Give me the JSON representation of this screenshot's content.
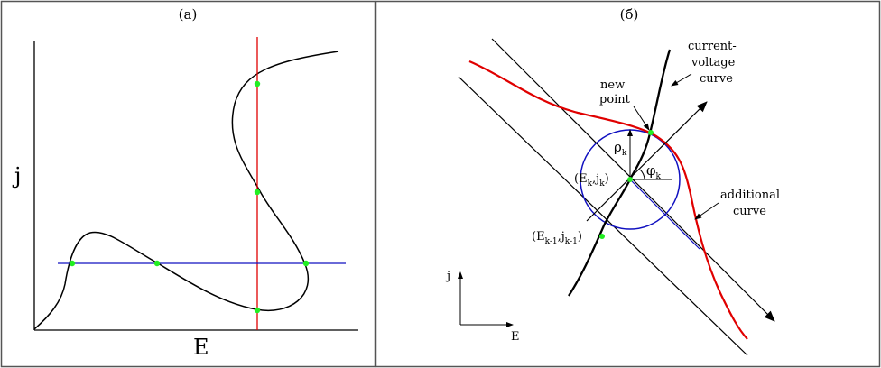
{
  "panels": {
    "left": {
      "label": "(a)",
      "axis_x": "E",
      "axis_y": "j"
    },
    "right": {
      "label": "(б)",
      "axis_x": "E",
      "axis_y": "j",
      "label_current_1": "current-",
      "label_current_2": "voltage",
      "label_current_3": "curve",
      "label_new_1": "new",
      "label_new_2": "point",
      "label_add_1": "additional",
      "label_add_2": "curve",
      "rho": "ρ",
      "phi": "φ",
      "sub_k": "k",
      "sub_km1": "k-1",
      "pt_open": "(E",
      "pt_comma": ",j",
      "pt_close": ")"
    }
  },
  "colors": {
    "curve": "#000000",
    "red": "#e00000",
    "blue": "#1010c0",
    "point": "#22ee22",
    "frame": "#555555"
  }
}
